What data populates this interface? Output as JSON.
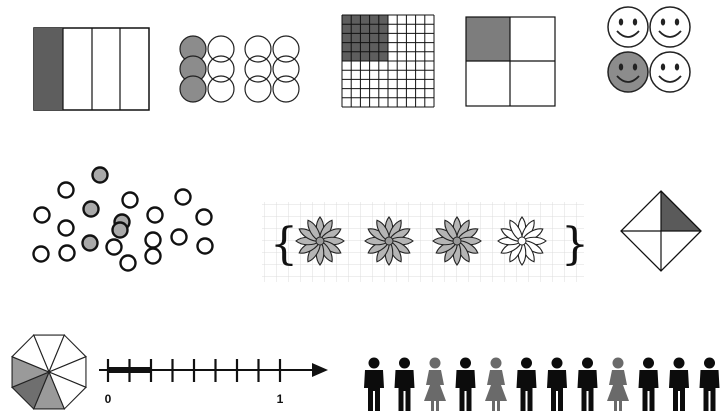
{
  "figures": {
    "bar_fourths": {
      "parts": 4,
      "shaded": 1
    },
    "circles_grid": {
      "count": 12,
      "shaded": 3
    },
    "hundred_grid": {
      "parts": 100,
      "shaded": 25
    },
    "square_quarters": {
      "parts": 4,
      "shaded": 1
    },
    "smileys": {
      "count": 4,
      "shaded": 1
    },
    "scattered_circles": {
      "count": 20,
      "shaded": 5
    },
    "flowers": {
      "count": 4,
      "shaded": 3
    },
    "diamond": {
      "parts": 4,
      "shaded": 1
    },
    "octagon": {
      "parts": 8,
      "shaded": 3
    },
    "people": {
      "count": 12,
      "shaded": 3
    }
  },
  "number_line": {
    "start_label": "0",
    "end_label": "1",
    "divisions": 8,
    "highlighted_divisions": 2
  },
  "flower_brackets": {
    "open": "{",
    "close": "}"
  },
  "colors": {
    "shade": "#8c8c8c",
    "dark_shade": "#5e5e5e",
    "ink": "#111111",
    "light_grid": "#dcdcdc"
  }
}
